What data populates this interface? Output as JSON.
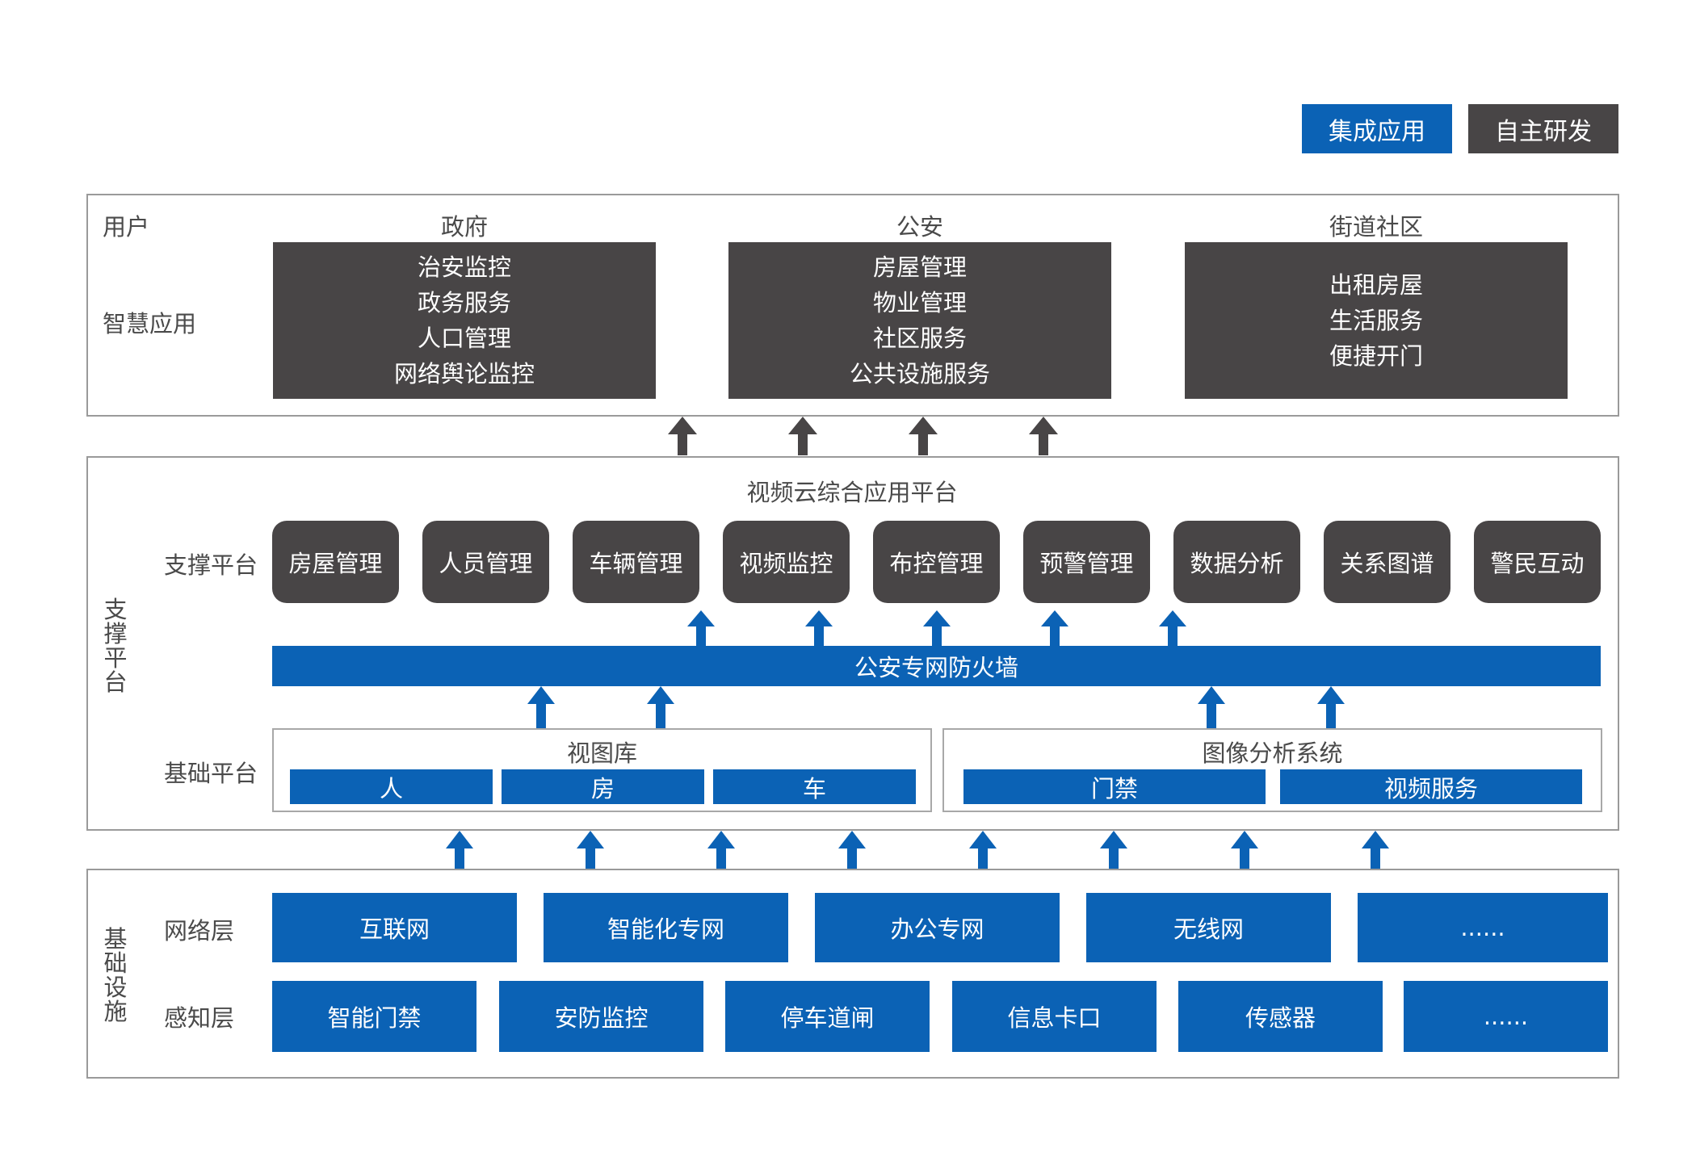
{
  "legend": {
    "integrated": "集成应用",
    "self_developed": "自主研发",
    "integrated_color": "#0b62b5",
    "self_color": "#484546"
  },
  "top": {
    "user_label": "用户",
    "smart_label": "智慧应用",
    "columns": [
      {
        "title": "政府",
        "items": [
          "治安监控",
          "政务服务",
          "人口管理",
          "网络舆论监控"
        ]
      },
      {
        "title": "公安",
        "items": [
          "房屋管理",
          "物业管理",
          "社区服务",
          "公共设施服务"
        ]
      },
      {
        "title": "街道社区",
        "items": [
          "出租房屋",
          "生活服务",
          "便捷开门"
        ]
      }
    ]
  },
  "support": {
    "side_label": "支撑平台",
    "platform_title": "视频云综合应用平台",
    "support_label": "支撑平台",
    "modules": [
      "房屋管理",
      "人员管理",
      "车辆管理",
      "视频监控",
      "布控管理",
      "预警管理",
      "数据分析",
      "关系图谱",
      "警民互动"
    ],
    "firewall": "公安专网防火墙",
    "base_label": "基础平台",
    "view_lib": {
      "title": "视图库",
      "items": [
        "人",
        "房",
        "车"
      ]
    },
    "image_sys": {
      "title": "图像分析系统",
      "items": [
        "门禁",
        "视频服务"
      ]
    }
  },
  "infra": {
    "side_label": "基础设施",
    "network_label": "网络层",
    "network_items": [
      "互联网",
      "智能化专网",
      "办公专网",
      "无线网",
      "......"
    ],
    "sense_label": "感知层",
    "sense_items": [
      "智能门禁",
      "安防监控",
      "停车道闸",
      "信息卡口",
      "传感器",
      "......"
    ]
  }
}
